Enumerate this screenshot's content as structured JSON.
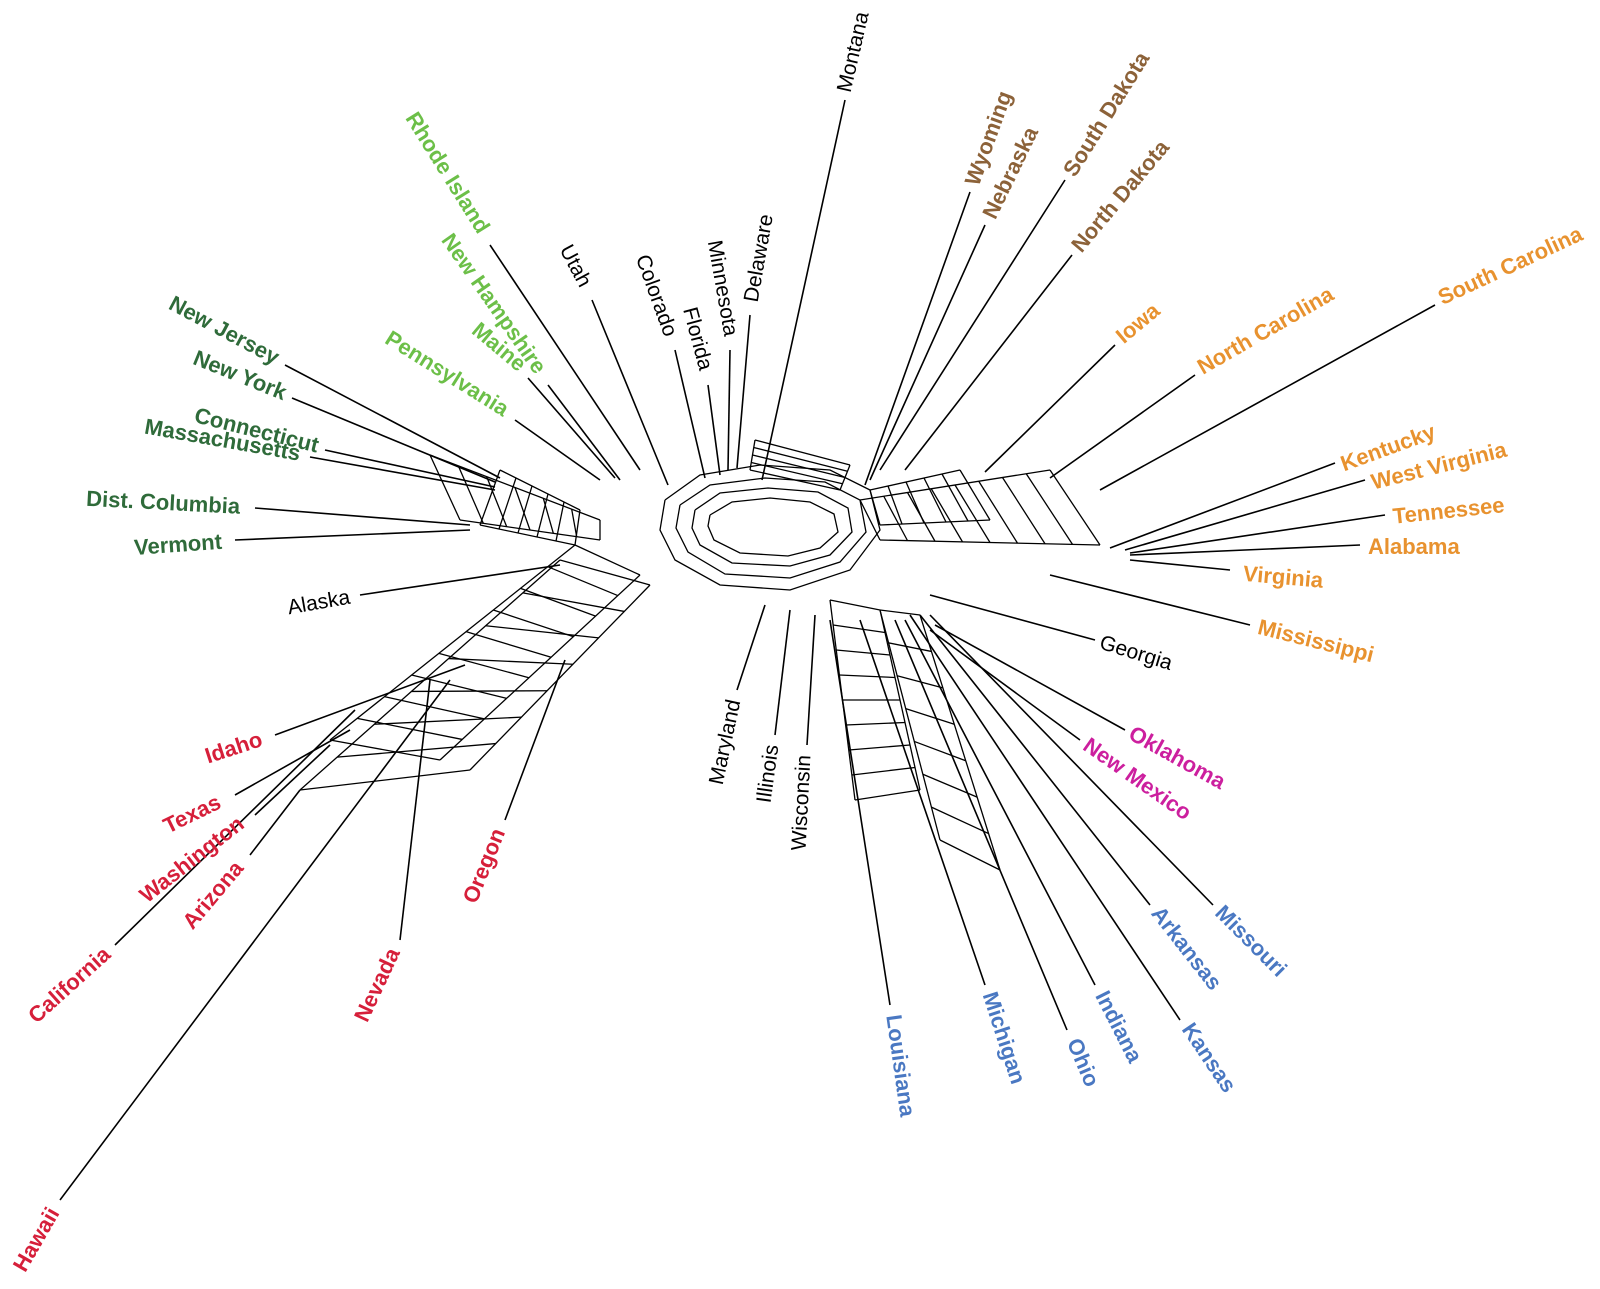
{
  "colors": {
    "red": "#d61f3a",
    "blue": "#4a78c2",
    "orange": "#e8922f",
    "brown": "#8c6239",
    "dark_green": "#2f6b3a",
    "light_green": "#6cbf48",
    "magenta": "#cc1f9e",
    "black": "#000000"
  },
  "taxa": [
    {
      "id": "montana",
      "label": "Montana",
      "group": "black"
    },
    {
      "id": "delaware",
      "label": "Delaware",
      "group": "black"
    },
    {
      "id": "minnesota",
      "label": "Minnesota",
      "group": "black"
    },
    {
      "id": "florida",
      "label": "Florida",
      "group": "black"
    },
    {
      "id": "colorado",
      "label": "Colorado",
      "group": "black"
    },
    {
      "id": "utah",
      "label": "Utah",
      "group": "black"
    },
    {
      "id": "rhode_island",
      "label": "Rhode Island",
      "group": "light_green"
    },
    {
      "id": "new_hampshire",
      "label": "New Hampshire",
      "group": "light_green"
    },
    {
      "id": "maine",
      "label": "Maine",
      "group": "light_green"
    },
    {
      "id": "pennsylvania",
      "label": "Pennsylvania",
      "group": "light_green"
    },
    {
      "id": "new_jersey",
      "label": "New Jersey",
      "group": "dark_green"
    },
    {
      "id": "new_york",
      "label": "New York",
      "group": "dark_green"
    },
    {
      "id": "connecticut",
      "label": "Connecticut",
      "group": "dark_green"
    },
    {
      "id": "massachusetts",
      "label": "Massachusetts",
      "group": "dark_green"
    },
    {
      "id": "dist_columbia",
      "label": "Dist. Columbia",
      "group": "dark_green"
    },
    {
      "id": "vermont",
      "label": "Vermont",
      "group": "dark_green"
    },
    {
      "id": "alaska",
      "label": "Alaska",
      "group": "black"
    },
    {
      "id": "idaho",
      "label": "Idaho",
      "group": "red"
    },
    {
      "id": "texas",
      "label": "Texas",
      "group": "red"
    },
    {
      "id": "washington",
      "label": "Washington",
      "group": "red"
    },
    {
      "id": "arizona",
      "label": "Arizona",
      "group": "red"
    },
    {
      "id": "california",
      "label": "California",
      "group": "red"
    },
    {
      "id": "hawaii",
      "label": "Hawaii",
      "group": "red"
    },
    {
      "id": "nevada",
      "label": "Nevada",
      "group": "red"
    },
    {
      "id": "oregon",
      "label": "Oregon",
      "group": "red"
    },
    {
      "id": "maryland",
      "label": "Maryland",
      "group": "black"
    },
    {
      "id": "illinois",
      "label": "Illinois",
      "group": "black"
    },
    {
      "id": "wisconsin",
      "label": "Wisconsin",
      "group": "black"
    },
    {
      "id": "louisiana",
      "label": "Louisiana",
      "group": "blue"
    },
    {
      "id": "michigan",
      "label": "Michigan",
      "group": "blue"
    },
    {
      "id": "ohio",
      "label": "Ohio",
      "group": "blue"
    },
    {
      "id": "indiana",
      "label": "Indiana",
      "group": "blue"
    },
    {
      "id": "kansas",
      "label": "Kansas",
      "group": "blue"
    },
    {
      "id": "arkansas",
      "label": "Arkansas",
      "group": "blue"
    },
    {
      "id": "missouri",
      "label": "Missouri",
      "group": "blue"
    },
    {
      "id": "oklahoma",
      "label": "Oklahoma",
      "group": "magenta"
    },
    {
      "id": "new_mexico",
      "label": "New Mexico",
      "group": "magenta"
    },
    {
      "id": "georgia",
      "label": "Georgia",
      "group": "black"
    },
    {
      "id": "mississippi",
      "label": "Mississippi",
      "group": "orange"
    },
    {
      "id": "virginia",
      "label": "Virginia",
      "group": "orange"
    },
    {
      "id": "alabama",
      "label": "Alabama",
      "group": "orange"
    },
    {
      "id": "tennessee",
      "label": "Tennessee",
      "group": "orange"
    },
    {
      "id": "west_virginia",
      "label": "West Virginia",
      "group": "orange"
    },
    {
      "id": "kentucky",
      "label": "Kentucky",
      "group": "orange"
    },
    {
      "id": "south_carolina",
      "label": "South Carolina",
      "group": "orange"
    },
    {
      "id": "north_carolina",
      "label": "North Carolina",
      "group": "orange"
    },
    {
      "id": "iowa",
      "label": "Iowa",
      "group": "orange"
    },
    {
      "id": "north_dakota",
      "label": "North Dakota",
      "group": "brown"
    },
    {
      "id": "south_dakota",
      "label": "South Dakota",
      "group": "brown"
    },
    {
      "id": "nebraska",
      "label": "Nebraska",
      "group": "brown"
    },
    {
      "id": "wyoming",
      "label": "Wyoming",
      "group": "brown"
    }
  ]
}
